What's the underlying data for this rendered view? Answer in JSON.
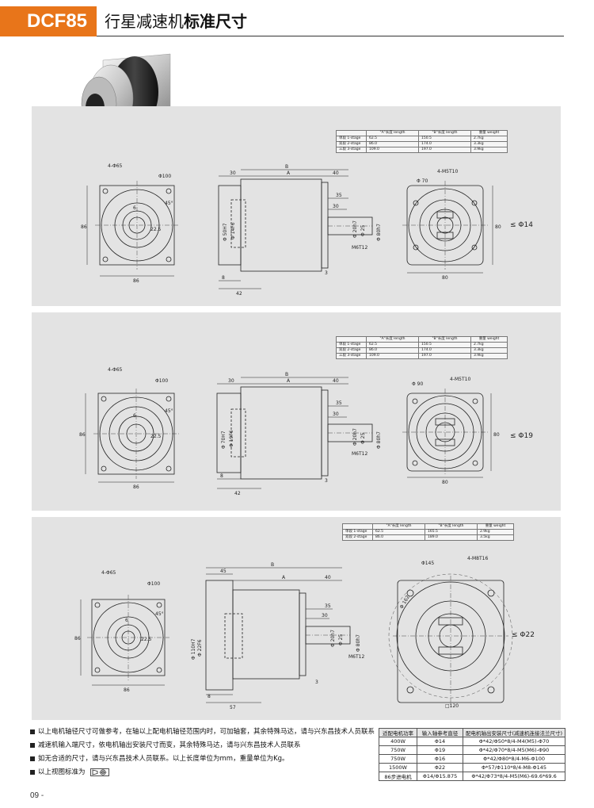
{
  "header": {
    "badge": "DCF85",
    "title_prefix": "行星减速机",
    "title_bold": "标准尺寸"
  },
  "spec_mini": {
    "headers": [
      "",
      "\"A\"长度 length",
      "\"B\"长度 length",
      "重量 weight"
    ],
    "rows3": [
      [
        "单段 1-stage",
        "62.5",
        "150.5",
        "2.7kg"
      ],
      [
        "双段 2-stage",
        "86.0",
        "174.0",
        "3.3kg"
      ],
      [
        "三段 3-stage",
        "109.0",
        "197.0",
        "3.9kg"
      ]
    ],
    "rows2": [
      [
        "单段 1-stage",
        "62.5",
        "165.5",
        "2.9kg"
      ],
      [
        "双段 2-stage",
        "86.0",
        "189.0",
        "3.5kg"
      ]
    ]
  },
  "panels": [
    {
      "shaft_label": "≤ Φ14",
      "left": {
        "holes": "4-Φ65",
        "pcd": "Φ100",
        "side": "86",
        "bottom": "86",
        "hub": "22.5",
        "angle": "45°",
        "six": "6"
      },
      "mid": {
        "a": "30",
        "b": "B",
        "c": "A",
        "d": "40",
        "e": "35",
        "f": "30",
        "g": "3",
        "h": "8",
        "i": "42",
        "j": "Φ 50H7",
        "k": "Φ 14F6",
        "l": "Φ 20h7",
        "m": "Φ 25",
        "n": "Φ 80h7",
        "o": "M6T12"
      },
      "right": {
        "tap": "4-M5T10",
        "pcd": "Φ 70",
        "side": "80",
        "bottom": "80"
      }
    },
    {
      "shaft_label": "≤ Φ19",
      "left": {
        "holes": "4-Φ65",
        "pcd": "Φ100",
        "side": "86",
        "bottom": "86",
        "hub": "22.5",
        "angle": "45°",
        "six": "6"
      },
      "mid": {
        "a": "30",
        "b": "B",
        "c": "A",
        "d": "40",
        "e": "35",
        "f": "30",
        "g": "3",
        "h": "8",
        "i": "42",
        "j": "Φ 70H7",
        "k": "Φ 19F6",
        "l": "Φ 20h7",
        "m": "Φ 25",
        "n": "Φ 80h7",
        "o": "M6T12"
      },
      "right": {
        "tap": "4-M5T10",
        "pcd": "Φ 90",
        "side": "80",
        "bottom": "80"
      }
    },
    {
      "shaft_label": "≤ Φ22",
      "left": {
        "holes": "4-Φ65",
        "pcd": "Φ100",
        "side": "86",
        "bottom": "86",
        "hub": "22.5",
        "angle": "45°",
        "six": "6"
      },
      "mid": {
        "a": "45",
        "b": "B",
        "c": "A",
        "d": "40",
        "e": "35",
        "f": "30",
        "g": "3",
        "h": "8",
        "i": "57",
        "j": "Φ 110H7",
        "k": "Φ 22F6",
        "l": "Φ 20h7",
        "m": "Φ 25",
        "n": "Φ 80h7",
        "o": "M6T12"
      },
      "right": {
        "tap": "4-M8T16",
        "pcd": "Φ145",
        "side": "□120",
        "bottom": "",
        "dia": "Φ 162"
      }
    }
  ],
  "notes": [
    "以上电机轴径尺寸可做参考，在轴以上配电机轴径范围内时，可加轴套，其余特殊马达，请与兴东昌技术人员联系",
    "减速机输入端尺寸，依电机轴出安装尺寸而变，其余特殊马达，请与兴东昌技术人员联系",
    "如无合适的尺寸，请与兴东昌技术人员联系。以上长度单位为mm，重量单位为Kg。",
    "以上视图标准为"
  ],
  "spec_table": {
    "headers": [
      "适配电机功率",
      "输入轴参考直径",
      "配电机轴出安装尺寸(减速机连接法兰尺寸)"
    ],
    "rows": [
      [
        "400W",
        "Φ14",
        "Φ*42/Φ50*8/4-M4(M5)-Φ70"
      ],
      [
        "750W",
        "Φ19",
        "Φ*42/Φ70*8/4-M5(M6)-Φ90"
      ],
      [
        "750W",
        "Φ16",
        "Φ*42/Φ80*8/4-M6-Φ100"
      ],
      [
        "1500W",
        "Φ22",
        "Φ*57/Φ110*8/4-M8-Φ145"
      ],
      [
        "86步进电机",
        "Φ14/Φ15.875",
        "Φ*42/Φ73*8/4-M5(M6)-69.6*69.6"
      ]
    ]
  },
  "footer": {
    "page": "09  -"
  }
}
